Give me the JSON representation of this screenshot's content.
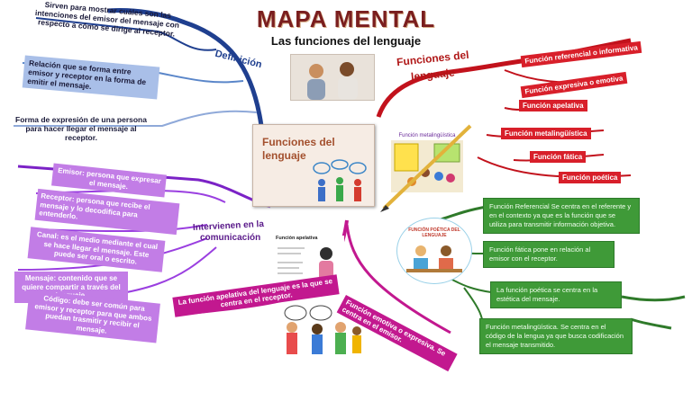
{
  "header": {
    "title": "MAPA MENTAL",
    "subtitle": "Las funciones del lenguaje"
  },
  "center": {
    "title_line1": "Funciones del",
    "title_line2": "lenguaje"
  },
  "definicion": {
    "label": "Definición",
    "items": [
      "Sirven para mostrar cuáles son las intenciones del emisor del mensaje con respecto a cómo se dirige al receptor.",
      "Relación que se forma entre emisor y receptor en la forma de emitir el mensaje.",
      "Forma de expresión de una persona para hacer llegar el mensaje al receptor."
    ]
  },
  "intervienen": {
    "label_line1": "Intervienen en la",
    "label_line2": "comunicación",
    "items": [
      "Emisor: persona que expresar el mensaje.",
      "Receptor: persona que recibe el mensaje y lo decodifica para entenderlo.",
      "Canal: es el medio mediante el cual se hace llegar el mensaje. Este puede ser oral o escrito.",
      "Mensaje: contenido que se quiere compartir a través del lenguaje.",
      "Código: debe ser común para emisor y receptor para que ambos puedan trasmitir y recibir el mensaje."
    ]
  },
  "funciones": {
    "label_line1": "Funciones del",
    "label_line2": "lenguaje",
    "tags": [
      "Función referencial o informativa",
      "Función expresiva o emotiva",
      "Función apelativa",
      "Función metalingüística",
      "Función fática",
      "Función poética"
    ]
  },
  "descripciones": [
    "Función Referencial Se centra en el referente y en el contexto ya que es la función que se utiliza para transmitir información objetiva.",
    "Función fática pone en relación al emisor con el receptor.",
    "La función poética se centra en la estética del mensaje.",
    "Función metalingüística. Se centra en el código de la lengua ya que busca codificación el mensaje transmitido."
  ],
  "bottom_tags": {
    "apelativa": "La función apelativa del lenguaje es la que se centra en el receptor.",
    "emotiva": "Función emotiva o expresiva. Se centra en el emisor."
  },
  "illustrations": {
    "metalinguistica_caption": "Función metalingüística",
    "poetica_caption": "FUNCIÓN POÉTICA DEL LENGUAJE",
    "apelativa_caption": "Función apelativa"
  },
  "colors": {
    "definicion": "#1f3f8f",
    "intervienen": "#8e2bd0",
    "funciones": "#c2121c",
    "descripciones": "#2f7a2a",
    "bottom": "#c2188f"
  }
}
